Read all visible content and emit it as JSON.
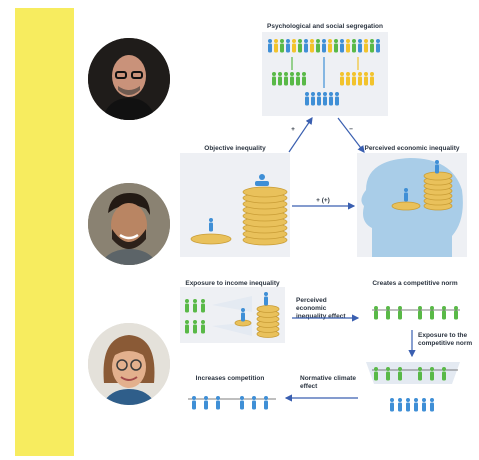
{
  "accent": "#f7ec5f",
  "colors": {
    "blue": "#3f8fd6",
    "green": "#59b947",
    "yellow": "#f2c32c",
    "coin": "#e9c15b",
    "head": "#a9cde8",
    "arrow": "#3a5fb0"
  },
  "top_panel": {
    "title": "Psychological and social segregation"
  },
  "middle": {
    "left_title": "Objective inequality",
    "right_title": "Perceived economic inequality",
    "arrow_up_sign": "+",
    "arrow_right_sign": "−",
    "connector_label": "+ (+)"
  },
  "bottom": {
    "exposure_title": "Exposure to income inequality",
    "effect_label": "Perceived economic inequality effect",
    "norm_title": "Creates a competitive norm",
    "exposure_norm_label": "Exposure to the competitive norm",
    "climate_label": "Normative climate effect",
    "competition_title": "Increases competition"
  },
  "avatars": [
    {
      "name": "bald-man-with-glasses"
    },
    {
      "name": "smiling-bearded-man"
    },
    {
      "name": "woman-with-glasses"
    }
  ]
}
